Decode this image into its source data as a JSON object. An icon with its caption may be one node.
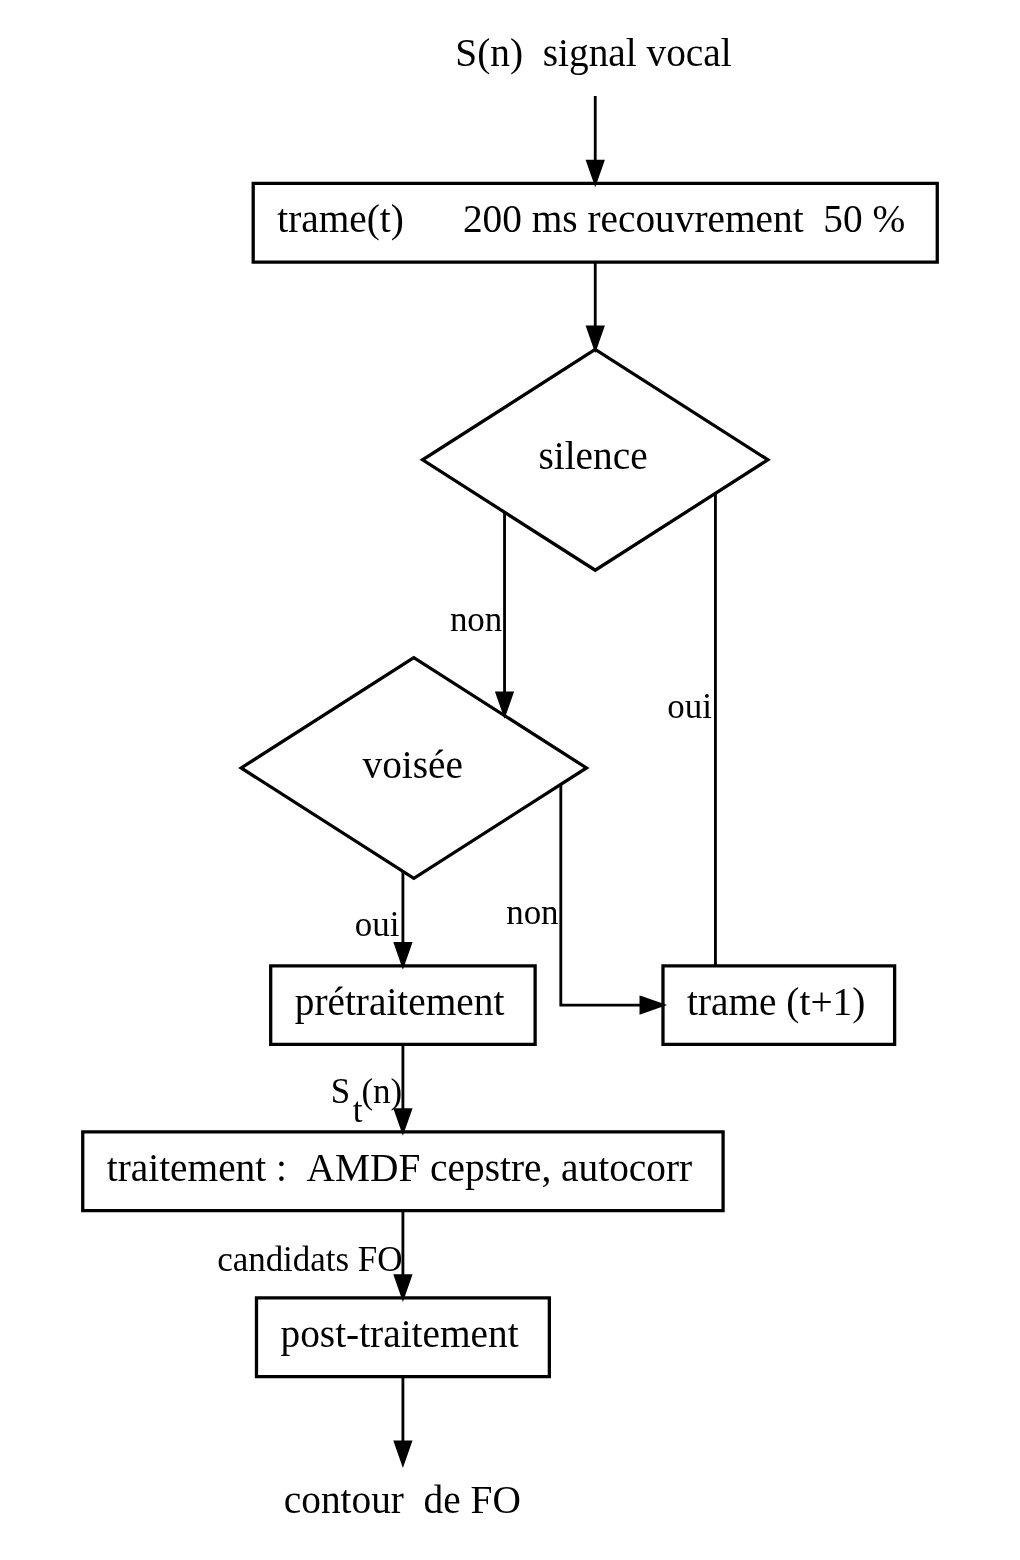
{
  "diagram": {
    "nodes": [
      {
        "text": [
          "S(n)  signal vocal"
        ]
      },
      {
        "text": [
          "trame(t)      200 ms recouvrement  50 %"
        ]
      },
      {
        "text": [
          "silence"
        ]
      },
      {
        "text": [
          "voisée"
        ]
      },
      {
        "text": [
          "prétraitement"
        ]
      },
      {
        "text": [
          "traitement :  AMDF cepstre, autocorr"
        ]
      },
      {
        "text": [
          "post-traitement"
        ]
      },
      {
        "text": [
          "trame (t+1)"
        ]
      },
      {
        "text": [
          "contour  de FO"
        ]
      }
    ],
    "edges": [
      {
        "from": 0,
        "to": 1,
        "arrow": "to"
      },
      {
        "from": 1,
        "to": 2,
        "arrow": "to"
      },
      {
        "from": 2,
        "to": 3,
        "arrow": "to",
        "label": "non"
      },
      {
        "from": 2,
        "to": 7,
        "arrow": "none",
        "label": "oui"
      },
      {
        "from": 3,
        "to": 7,
        "arrow": "to",
        "label": "non"
      },
      {
        "from": 3,
        "to": 4,
        "arrow": "to",
        "label": "oui"
      },
      {
        "from": 4,
        "to": 5,
        "arrow": "to",
        "label": "S$_{t}$(n)"
      },
      {
        "from": 5,
        "to": 6,
        "arrow": "to",
        "label": "candidats FO"
      },
      {
        "from": 6,
        "to": 8,
        "arrow": "to"
      }
    ]
  }
}
